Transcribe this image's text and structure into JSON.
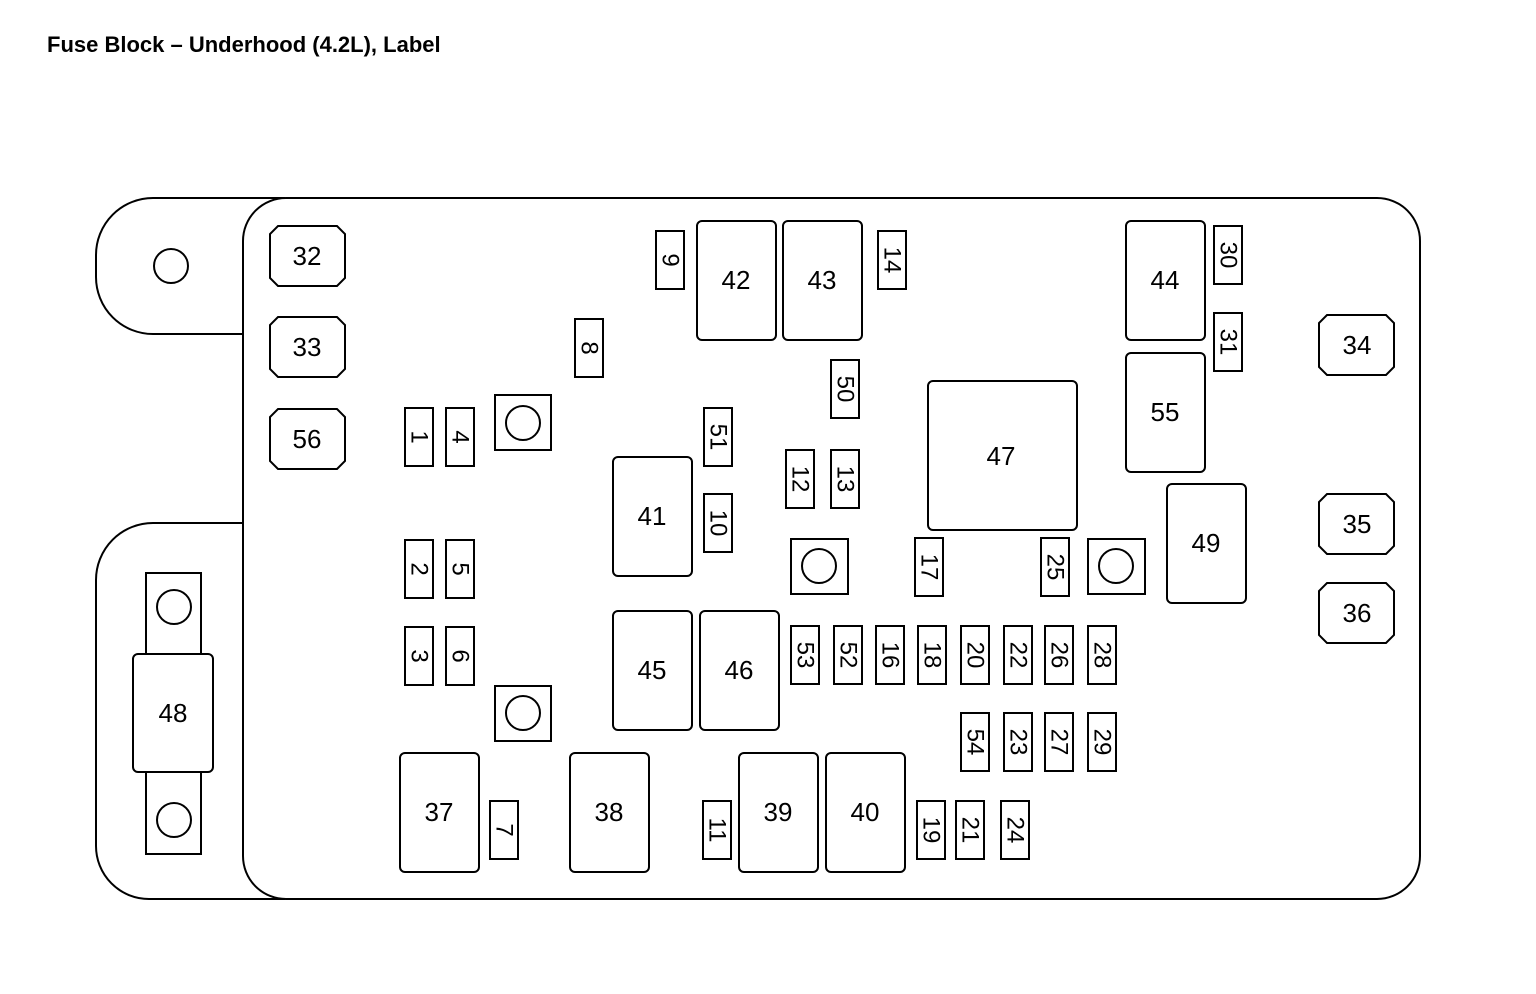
{
  "title": "Fuse Block – Underhood (4.2L), Label",
  "fuses": {
    "1": "1",
    "2": "2",
    "3": "3",
    "4": "4",
    "5": "5",
    "6": "6",
    "7": "7",
    "8": "8",
    "9": "9",
    "10": "10",
    "11": "11",
    "12": "12",
    "13": "13",
    "14": "14",
    "16": "16",
    "17": "17",
    "18": "18",
    "19": "19",
    "20": "20",
    "21": "21",
    "22": "22",
    "23": "23",
    "24": "24",
    "25": "25",
    "26": "26",
    "27": "27",
    "28": "28",
    "29": "29",
    "30": "30",
    "31": "31",
    "32": "32",
    "33": "33",
    "34": "34",
    "35": "35",
    "36": "36",
    "37": "37",
    "38": "38",
    "39": "39",
    "40": "40",
    "41": "41",
    "42": "42",
    "43": "43",
    "44": "44",
    "45": "45",
    "46": "46",
    "47": "47",
    "48": "48",
    "49": "49",
    "50": "50",
    "51": "51",
    "52": "52",
    "53": "53",
    "54": "54",
    "55": "55",
    "56": "56"
  }
}
